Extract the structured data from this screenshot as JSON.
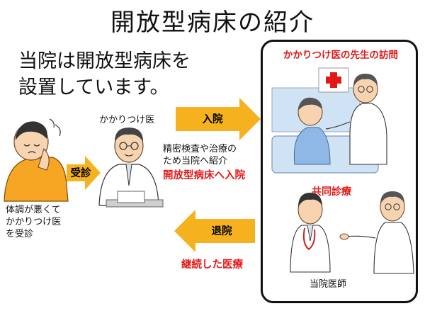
{
  "title": "開放型病床の紹介",
  "intro": {
    "line1": "当院は開放型病床を",
    "line2": "設置しています。"
  },
  "panel": {
    "visit_title": "かかりつけ医の先生の訪問",
    "joint_title": "共同診療",
    "hospital_doctor_label": "当院医師"
  },
  "doctor_label": "かかりつけ医",
  "patient_note": {
    "line1": "体調が悪くて",
    "line2": "かかりつけ医",
    "line3": "を受診"
  },
  "arrows": {
    "consult": "受診",
    "admit": "入院",
    "discharge": "退院"
  },
  "admit_note": {
    "line1": "精密検査や治療の",
    "line2": "ため当院へ紹介",
    "red": "開放型病床へ入院"
  },
  "continued_care": "継続した医療",
  "colors": {
    "arrow": "#f6b21e",
    "accent_red": "#e11919",
    "patient_shirt": "#f6a623",
    "coat": "#ffffff",
    "blanket": "#cfe3f4"
  }
}
